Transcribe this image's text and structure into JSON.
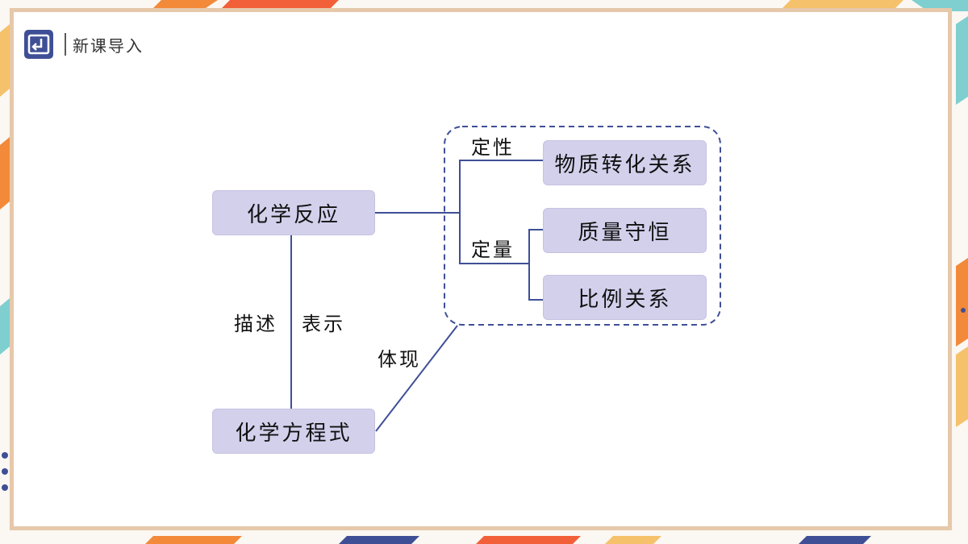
{
  "header": {
    "icon": "return-arrow-icon",
    "title": "新课导入"
  },
  "diagram": {
    "nodes": {
      "reaction": "化学反应",
      "equation": "化学方程式",
      "transform": "物质转化关系",
      "conservation": "质量守恒",
      "ratio": "比例关系"
    },
    "labels": {
      "qualitative": "定性",
      "quantitative": "定量",
      "describe": "描述",
      "represent": "表示",
      "embody": "体现"
    }
  },
  "colors": {
    "node_fill": "#d3d0ec",
    "line": "#3f4f96",
    "frame": "#e6c8aa",
    "icon_bg": "#3f4f96"
  }
}
